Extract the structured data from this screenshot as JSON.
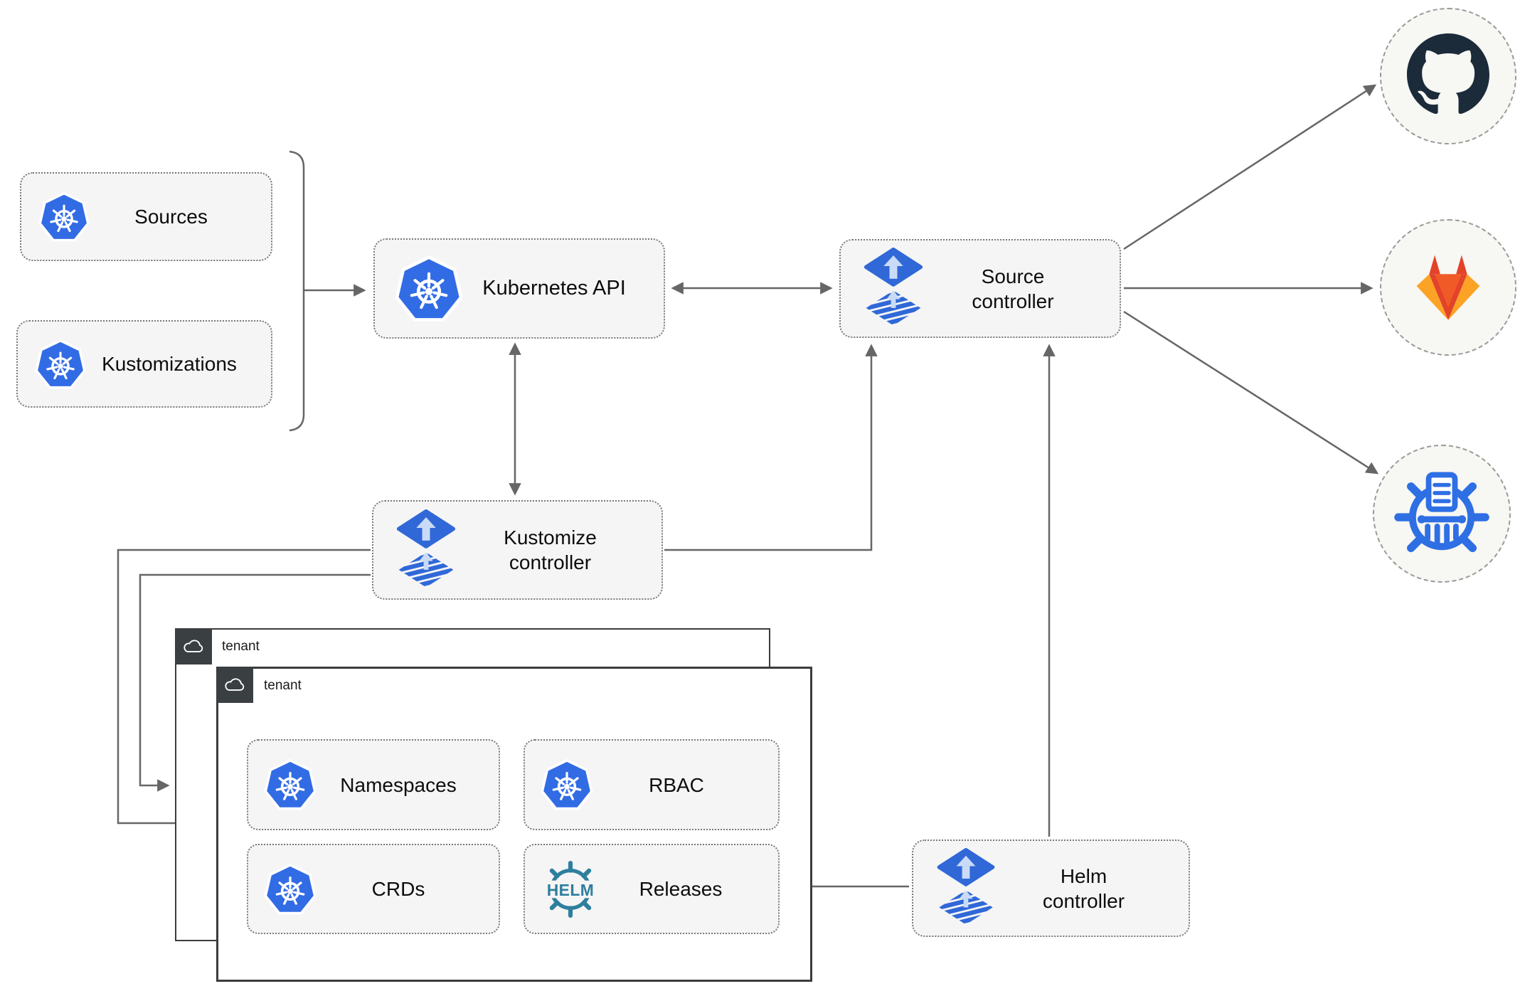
{
  "nodes": {
    "sources": {
      "label": "Sources",
      "icon": "kubernetes"
    },
    "kustomizations": {
      "label": "Kustomizations",
      "icon": "kubernetes"
    },
    "kubernetes_api": {
      "label": "Kubernetes API",
      "icon": "kubernetes"
    },
    "source_controller": {
      "label": "Source controller",
      "icon": "flux"
    },
    "kustomize_controller": {
      "label": "Kustomize controller",
      "icon": "flux"
    },
    "helm_controller": {
      "label": "Helm controller",
      "icon": "flux"
    },
    "tenant_outer": {
      "label": "tenant",
      "icon": "cloud"
    },
    "tenant_inner": {
      "label": "tenant",
      "icon": "cloud"
    },
    "namespaces": {
      "label": "Namespaces",
      "icon": "kubernetes"
    },
    "rbac": {
      "label": "RBAC",
      "icon": "kubernetes"
    },
    "crds": {
      "label": "CRDs",
      "icon": "kubernetes"
    },
    "releases": {
      "label": "Releases",
      "icon": "helm"
    },
    "github": {
      "icon": "github"
    },
    "gitlab": {
      "icon": "gitlab"
    },
    "container_registry": {
      "icon": "harbor"
    }
  },
  "icons": {
    "helm_text": "HELM"
  },
  "edges": [
    {
      "from": "sources-kustomizations-bracket",
      "to": "kubernetes-api",
      "type": "arrow"
    },
    {
      "from": "kubernetes-api",
      "to": "source-controller",
      "type": "double-arrow"
    },
    {
      "from": "kubernetes-api",
      "to": "kustomize-controller",
      "type": "double-arrow"
    },
    {
      "from": "kustomize-controller",
      "to": "source-controller",
      "type": "arrow"
    },
    {
      "from": "helm-controller",
      "to": "source-controller",
      "type": "arrow"
    },
    {
      "from": "helm-controller",
      "to": "releases",
      "type": "arrow"
    },
    {
      "from": "kustomize-controller",
      "to": "tenant-inner",
      "type": "arrow"
    },
    {
      "from": "kustomize-controller",
      "to": "tenant-outer",
      "type": "arrow"
    },
    {
      "from": "source-controller",
      "to": "github",
      "type": "arrow"
    },
    {
      "from": "source-controller",
      "to": "gitlab",
      "type": "arrow"
    },
    {
      "from": "source-controller",
      "to": "container-registry",
      "type": "arrow"
    }
  ],
  "colors": {
    "kubernetes_blue": "#326ce5",
    "flux_blue": "#3068d8",
    "flux_arrow_light": "#c9dbf6",
    "helm_teal": "#2e7f9e",
    "github_dark": "#1c2b3a",
    "gitlab_red": "#e24329",
    "gitlab_amber": "#fca326",
    "harbor_blue": "#2f6fe4",
    "edge_gray": "#666666",
    "node_fill": "#f5f5f5",
    "node_border": "#7a7a7a",
    "tenant_tab_dark": "#3a3f42"
  }
}
